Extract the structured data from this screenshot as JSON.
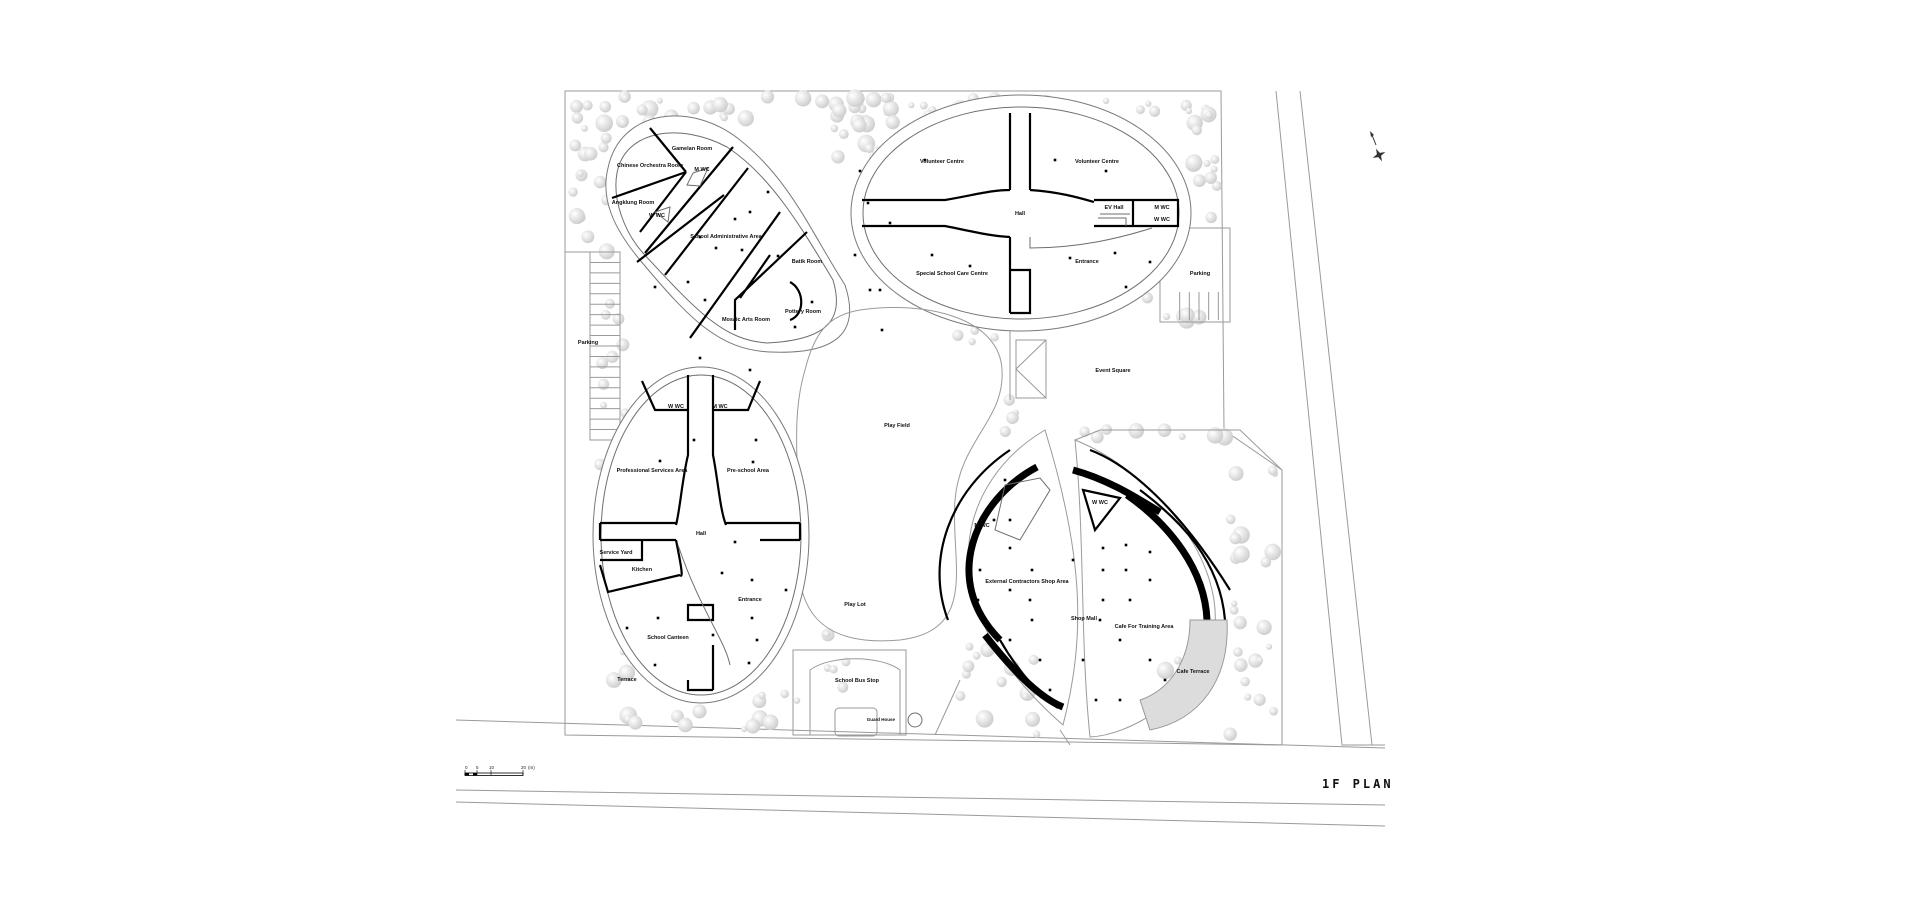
{
  "plan": {
    "title": "1F PLAN",
    "scale_bar": {
      "ticks": [
        "0",
        "5",
        "10",
        "20"
      ],
      "unit": "(m)"
    },
    "north_arrow": "north-arrow-icon",
    "colors": {
      "tree": "#d4d4d4",
      "terrace": "#dcdcdc",
      "wall": "#000000",
      "line": "#9a9a9a"
    },
    "labels": {
      "gamelan_room": "Gamelan Room",
      "chinese_orchestra_room": "Chinese Orchestra Room",
      "m_wc_1": "M WC",
      "angklung_room": "Angklung Room",
      "w_wc_1": "W WC",
      "school_admin_area": "School Administrative Area",
      "batik_room": "Batik Room",
      "pottery_room": "Pottery Room",
      "mosaic_arts_room": "Mosaic Arts Room",
      "parking_west": "Parking",
      "volunteer_centre_1": "Volunteer Centre",
      "volunteer_centre_2": "Volunteer Centre",
      "hall_north": "Hall",
      "ev_hall": "EV Hall",
      "m_wc_2": "M WC",
      "w_wc_2": "W WC",
      "entrance_north": "Entrance",
      "special_school_care_centre": "Special School Care Centre",
      "parking_east": "Parking",
      "event_square": "Event Square",
      "w_wc_3": "W WC",
      "m_wc_3": "M WC",
      "professional_services_area": "Professional Services Area",
      "preschool_area": "Pre-school Area",
      "hall_south": "Hall",
      "service_yard": "Service Yard",
      "kitchen": "Kitchen",
      "entrance_south": "Entrance",
      "school_canteen": "School Canteen",
      "terrace": "Terrace",
      "play_field": "Play Field",
      "play_lot": "Play Lot",
      "school_bus_stop": "School Bus Stop",
      "guard_house": "Guard House",
      "w_wc_4": "W WC",
      "m_wc_4": "M WC",
      "external_contractors_shop_area": "External Contractors Shop Area",
      "shop_mall": "Shop Mall",
      "cafe_training_area": "Cafe For Training Area",
      "cafe_terrace": "Cafe Terrace"
    }
  }
}
